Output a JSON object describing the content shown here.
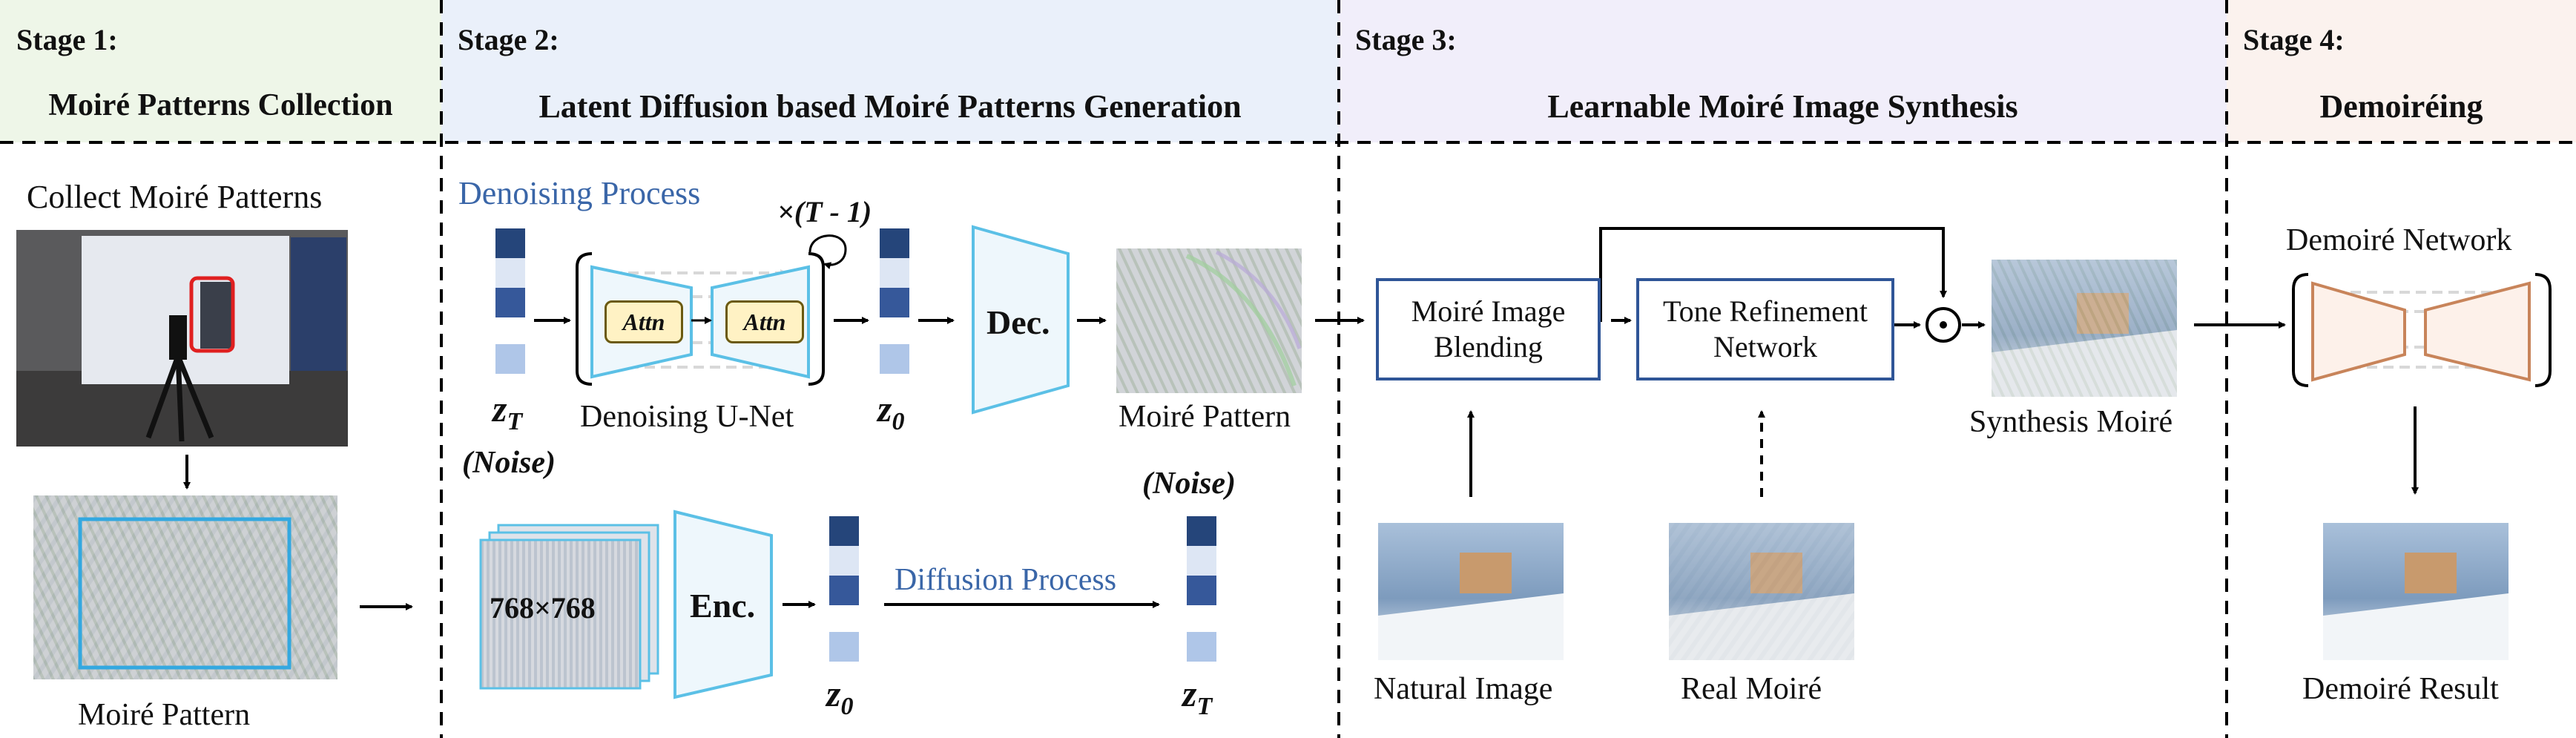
{
  "stages": [
    {
      "title": "Stage 1:",
      "subtitle": "Moiré Patterns Collection"
    },
    {
      "title": "Stage 2:",
      "subtitle": "Latent Diffusion based Moiré Patterns Generation"
    },
    {
      "title": "Stage 3:",
      "subtitle": "Learnable Moiré Image Synthesis"
    },
    {
      "title": "Stage 4:",
      "subtitle": "Demoiréing"
    }
  ],
  "stage1": {
    "collect_label": "Collect Moiré Patterns",
    "pattern_label": "Moiré Pattern"
  },
  "stage2": {
    "denoising_process": "Denoising Process",
    "repeat_label": "×(T - 1)",
    "attn": "Attn",
    "zT": "z",
    "zT_sub": "T",
    "noise": "(Noise)",
    "unet_label": "Denoising U-Net",
    "z0": "z",
    "z0_sub": "0",
    "decoder": "Dec.",
    "moire_pattern": "Moiré Pattern",
    "input_size": "768×768",
    "encoder": "Enc.",
    "diffusion_process": "Diffusion Process"
  },
  "stage3": {
    "blending": "Moiré Image Blending",
    "tone": "Tone Refinement Network",
    "odot": "⊙",
    "synthesis": "Synthesis Moiré",
    "natural": "Natural Image",
    "real": "Real Moiré"
  },
  "stage4": {
    "network": "Demoiré Network",
    "result": "Demoiré Result"
  },
  "colors": {
    "stage1_bg": "#EEF6E8",
    "stage2_bg": "#EAF0FA",
    "stage3_bg": "#F1EEFA",
    "stage4_bg": "#FBF2EE",
    "text_blue": "#3A66A8",
    "box_border": "#2F5597",
    "trapezoid_blue": "#5BC0E6",
    "trapezoid_orange": "#C8845A"
  }
}
